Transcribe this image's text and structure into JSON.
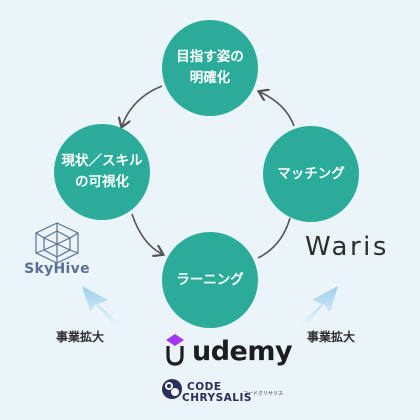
{
  "cycle": {
    "nodes": [
      {
        "id": "goal",
        "label": "目指す姿の\n明確化"
      },
      {
        "id": "visualize",
        "label": "現状／スキル\nの可視化"
      },
      {
        "id": "matching",
        "label": "マッチング"
      },
      {
        "id": "learning",
        "label": "ラーニング"
      }
    ]
  },
  "partners": {
    "skyhive": "SkyHive",
    "waris": "Waris",
    "udemy": "udemy",
    "code_chrysalis_line1": "CODE",
    "code_chrysalis_line2": "CHRYSALIS",
    "code_chrysalis_sub": "コードクリサリス"
  },
  "labels": {
    "expand_left": "事業拡大",
    "expand_right": "事業拡大"
  },
  "colors": {
    "node_fill": "#2bac9a",
    "background": "#eaf4f9",
    "arrow": "#555555",
    "expand_arrow": "#a8d4ee"
  }
}
